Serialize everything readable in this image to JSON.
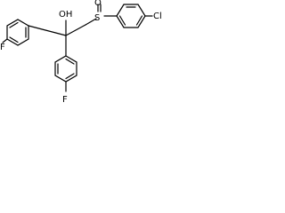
{
  "molecule": {
    "atoms": {
      "hydroxyl": "OH",
      "sulfoxide_sulfur": "S",
      "sulfoxide_oxygen": "O",
      "chlorine": "Cl",
      "fluorine_top": "F",
      "fluorine_bottom": "F"
    }
  }
}
